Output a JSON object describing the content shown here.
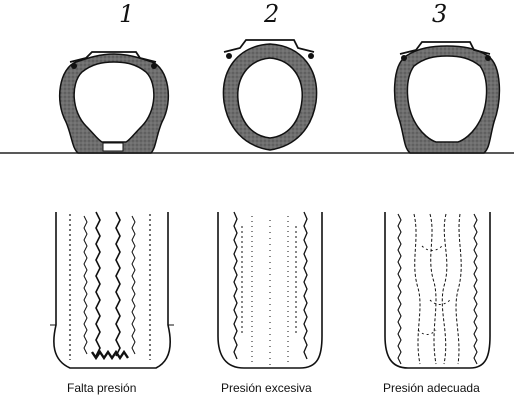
{
  "diagram": {
    "panels": [
      {
        "number": "1",
        "caption": "Falta presión"
      },
      {
        "number": "2",
        "caption": "Presión excesiva"
      },
      {
        "number": "3",
        "caption": "Presión adecuada"
      }
    ]
  }
}
